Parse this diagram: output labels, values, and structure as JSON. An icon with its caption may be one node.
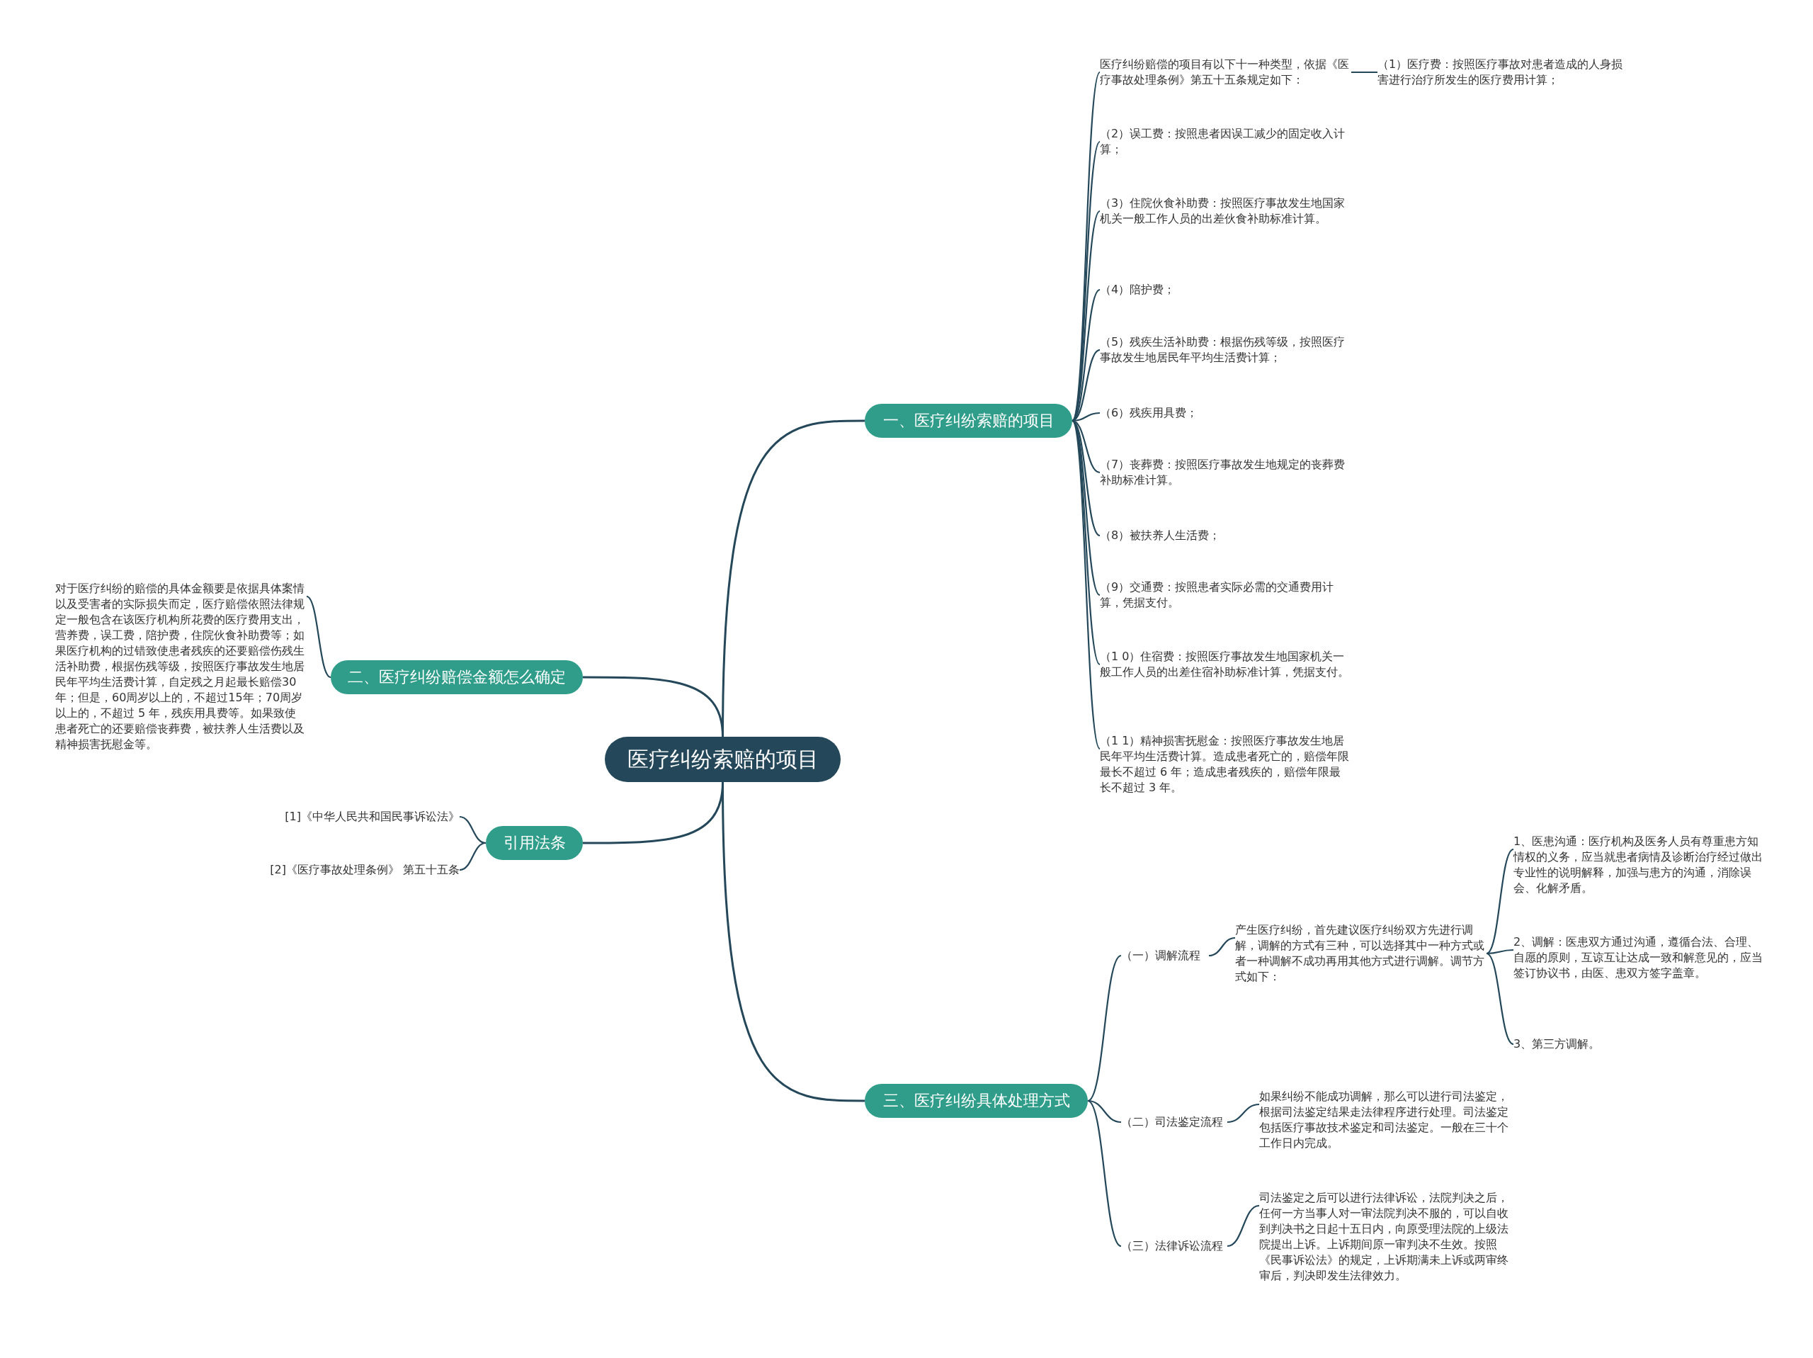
{
  "diagram": {
    "nodes": [
      {
        "text": [
          "医疗纠纷索赔的项目"
        ]
      },
      {
        "text": [
          "一、医疗纠纷索赔的项目"
        ]
      },
      {
        "text": [
          "二、医疗纠纷赔偿金额怎么确定"
        ]
      },
      {
        "text": [
          "引用法条"
        ]
      },
      {
        "text": [
          "三、医疗纠纷具体处理方式"
        ]
      },
      {
        "text": [
          "医疗纠纷赔偿的项目有以下十一种类型，依据《医疗事故处理条例》第五十五条规定如下："
        ]
      },
      {
        "text": [
          "（1）医疗费：按照医疗事故对患者造成的人身损害进行治疗所发生的医疗费用计算；"
        ]
      },
      {
        "text": [
          "（2）误工费：按照患者因误工减少的固定收入计算；"
        ]
      },
      {
        "text": [
          "（3）住院伙食补助费：按照医疗事故发生地国家机关一般工作人员的出差伙食补助标准计算。"
        ]
      },
      {
        "text": [
          "（4）陪护费；"
        ]
      },
      {
        "text": [
          "（5）残疾生活补助费：根据伤残等级，按照医疗事故发生地居民年平均生活费计算；"
        ]
      },
      {
        "text": [
          "（6）残疾用具费；"
        ]
      },
      {
        "text": [
          "（7）丧葬费：按照医疗事故发生地规定的丧葬费补助标准计算。"
        ]
      },
      {
        "text": [
          "（8）被扶养人生活费；"
        ]
      },
      {
        "text": [
          "（9）交通费：按照患者实际必需的交通费用计算，凭据支付。"
        ]
      },
      {
        "text": [
          "（1 0）住宿费：按照医疗事故发生地国家机关一般工作人员的出差住宿补助标准计算，凭据支付。"
        ]
      },
      {
        "text": [
          "（1 1）精神损害抚慰金：按照医疗事故发生地居民年平均生活费计算。造成患者死亡的，赔偿年限最长不超过 6 年；造成患者残疾的，赔偿年限最长不超过 3 年。"
        ]
      },
      {
        "text": [
          "对于医疗纠纷的赔偿的具体金额要是依据具体案情以及受害者的实际损失而定，医疗赔偿依照法律规定一般包含在该医疗机构所花费的医疗费用支出，营养费，误工费，陪护费，住院伙食补助费等；如果医疗机构的过错致使患者残疾的还要赔偿伤残生活补助费，根据伤残等级，按照医疗事故发生地居民年平均生活费计算，自定残之月起最长赔偿30年；但是，60周岁以上的，不超过15年；70周岁以上的，不超过 5 年，残疾用具费等。如果致使患者死亡的还要赔偿丧葬费，被扶养人生活费以及精神损害抚慰金等。"
        ]
      },
      {
        "text": [
          "[1]《中华人民共和国民事诉讼法》"
        ]
      },
      {
        "text": [
          "[2]《医疗事故处理条例》 第五十五条"
        ]
      },
      {
        "text": [
          "（一）调解流程"
        ]
      },
      {
        "text": [
          "产生医疗纠纷，首先建议医疗纠纷双方先进行调解，调解的方式有三种，可以选择其中一种方式或者一种调解不成功再用其他方式进行调解。调节方式如下："
        ]
      },
      {
        "text": [
          "1、医患沟通：医疗机构及医务人员有尊重患方知情权的义务，应当就患者病情及诊断治疗经过做出专业性的说明解释，加强与患方的沟通，消除误会、化解矛盾。"
        ]
      },
      {
        "text": [
          "2、调解：医患双方通过沟通，遵循合法、合理、自愿的原则，互谅互让达成一致和解意见的，应当签订协议书，由医、患双方签字盖章。"
        ]
      },
      {
        "text": [
          "3、第三方调解。"
        ]
      },
      {
        "text": [
          "（二）司法鉴定流程"
        ]
      },
      {
        "text": [
          "如果纠纷不能成功调解，那么可以进行司法鉴定，根据司法鉴定结果走法律程序进行处理。司法鉴定包括医疗事故技术鉴定和司法鉴定。一般在三十个工作日内完成。"
        ]
      },
      {
        "text": [
          "（三）法律诉讼流程"
        ]
      },
      {
        "text": [
          "司法鉴定之后可以进行法律诉讼，法院判决之后，任何一方当事人对一审法院判决不服的，可以自收到判决书之日起十五日内，向原受理法院的上级法院提出上诉。上诉期间原一审判决不生效。按照《民事诉讼法》的规定，上诉期满未上诉或两审终审后，判决即发生法律效力。"
        ]
      }
    ],
    "edges": [
      {
        "from": 0,
        "to": 1,
        "arrow": "none"
      },
      {
        "from": 0,
        "to": 2,
        "arrow": "none"
      },
      {
        "from": 0,
        "to": 3,
        "arrow": "none"
      },
      {
        "from": 0,
        "to": 4,
        "arrow": "none"
      },
      {
        "from": 1,
        "to": 5,
        "arrow": "none"
      },
      {
        "from": 1,
        "to": 7,
        "arrow": "none"
      },
      {
        "from": 1,
        "to": 8,
        "arrow": "none"
      },
      {
        "from": 1,
        "to": 9,
        "arrow": "none"
      },
      {
        "from": 1,
        "to": 10,
        "arrow": "none"
      },
      {
        "from": 1,
        "to": 11,
        "arrow": "none"
      },
      {
        "from": 1,
        "to": 12,
        "arrow": "none"
      },
      {
        "from": 1,
        "to": 13,
        "arrow": "none"
      },
      {
        "from": 1,
        "to": 14,
        "arrow": "none"
      },
      {
        "from": 1,
        "to": 15,
        "arrow": "none"
      },
      {
        "from": 1,
        "to": 16,
        "arrow": "none"
      },
      {
        "from": 5,
        "to": 6,
        "arrow": "none"
      },
      {
        "from": 2,
        "to": 17,
        "arrow": "none"
      },
      {
        "from": 3,
        "to": 18,
        "arrow": "none"
      },
      {
        "from": 3,
        "to": 19,
        "arrow": "none"
      },
      {
        "from": 4,
        "to": 20,
        "arrow": "none"
      },
      {
        "from": 4,
        "to": 25,
        "arrow": "none"
      },
      {
        "from": 4,
        "to": 27,
        "arrow": "none"
      },
      {
        "from": 20,
        "to": 21,
        "arrow": "none"
      },
      {
        "from": 21,
        "to": 22,
        "arrow": "none"
      },
      {
        "from": 21,
        "to": 23,
        "arrow": "none"
      },
      {
        "from": 21,
        "to": 24,
        "arrow": "none"
      },
      {
        "from": 25,
        "to": 26,
        "arrow": "none"
      },
      {
        "from": 27,
        "to": 28,
        "arrow": "none"
      }
    ]
  }
}
